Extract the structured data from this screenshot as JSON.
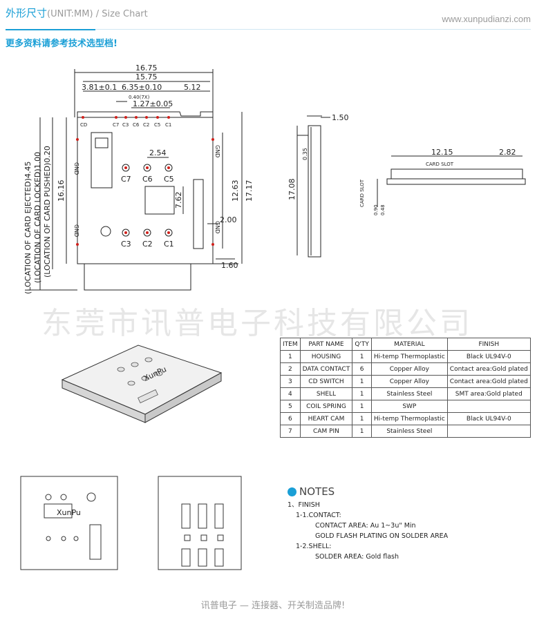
{
  "header": {
    "title": "外形尺寸",
    "title_sub": "(UNIT:MM) / Size Chart",
    "url": "www.xunpudianzi.com",
    "more_info": "更多资料请参考技术选型档!"
  },
  "watermark_company": "东莞市讯普电子科技有限公司",
  "drawing_top": {
    "dims": [
      "16.75",
      "15.75",
      "3.81±0.1",
      "6.35±0.10",
      "5.12",
      "0.40(7X)",
      "1.27±0.05",
      "2.54",
      "7.62",
      "12.63",
      "17.17",
      "16.16",
      "2.00",
      "1.60"
    ],
    "pins_top": [
      "CD",
      "C7",
      "C3",
      "C6",
      "C2",
      "C5",
      "C1"
    ],
    "contacts_upper": [
      "C7",
      "C6",
      "C5"
    ],
    "contacts_lower": [
      "C3",
      "C2",
      "C1"
    ],
    "gnd": "GND",
    "loc_ejected": "(LOCATION OF CARD EJECTED)4.45",
    "loc_locked": "(LOCATION OF CARD LOCKED)1.00",
    "loc_pushed": "(LOCATION OF CARD PUSHED)0.20"
  },
  "drawing_side": {
    "dims": [
      "1.50",
      "0.35",
      "17.08",
      "12.15",
      "2.82",
      "0.90",
      "0.48"
    ],
    "card_slot": "CARD SLOT"
  },
  "brand": "XunPu",
  "parts_table": {
    "headers": [
      "ITEM",
      "PART NAME",
      "Q'TY",
      "MATERIAL",
      "FINISH"
    ],
    "rows": [
      [
        "1",
        "HOUSING",
        "1",
        "Hi-temp Thermoplastic",
        "Black UL94V-0"
      ],
      [
        "2",
        "DATA CONTACT",
        "6",
        "Copper Alloy",
        "Contact area:Gold plated"
      ],
      [
        "3",
        "CD SWITCH",
        "1",
        "Copper Alloy",
        "Contact area:Gold plated"
      ],
      [
        "4",
        "SHELL",
        "1",
        "Stainless Steel",
        "SMT area:Gold plated"
      ],
      [
        "5",
        "COIL SPRING",
        "1",
        "SWP",
        ""
      ],
      [
        "6",
        "HEART CAM",
        "1",
        "Hi-temp Thermoplastic",
        "Black UL94V-0"
      ],
      [
        "7",
        "CAM PIN",
        "1",
        "Stainless Steel",
        ""
      ]
    ]
  },
  "notes": {
    "title": "NOTES",
    "l1": "1、FINISH",
    "l2": "1-1.CONTACT:",
    "l3": "CONTACT AREA: Au 1~3u\" Min",
    "l4": "GOLD FLASH PLATING ON SOLDER AREA",
    "l5": "1-2.SHELL:",
    "l6": "SOLDER AREA: Gold flash"
  },
  "footer": "讯普电子 — 连接器、开关制造品牌!",
  "colors": {
    "accent": "#1a9fd6",
    "dim_red": "#d0201b",
    "line": "#222222"
  }
}
